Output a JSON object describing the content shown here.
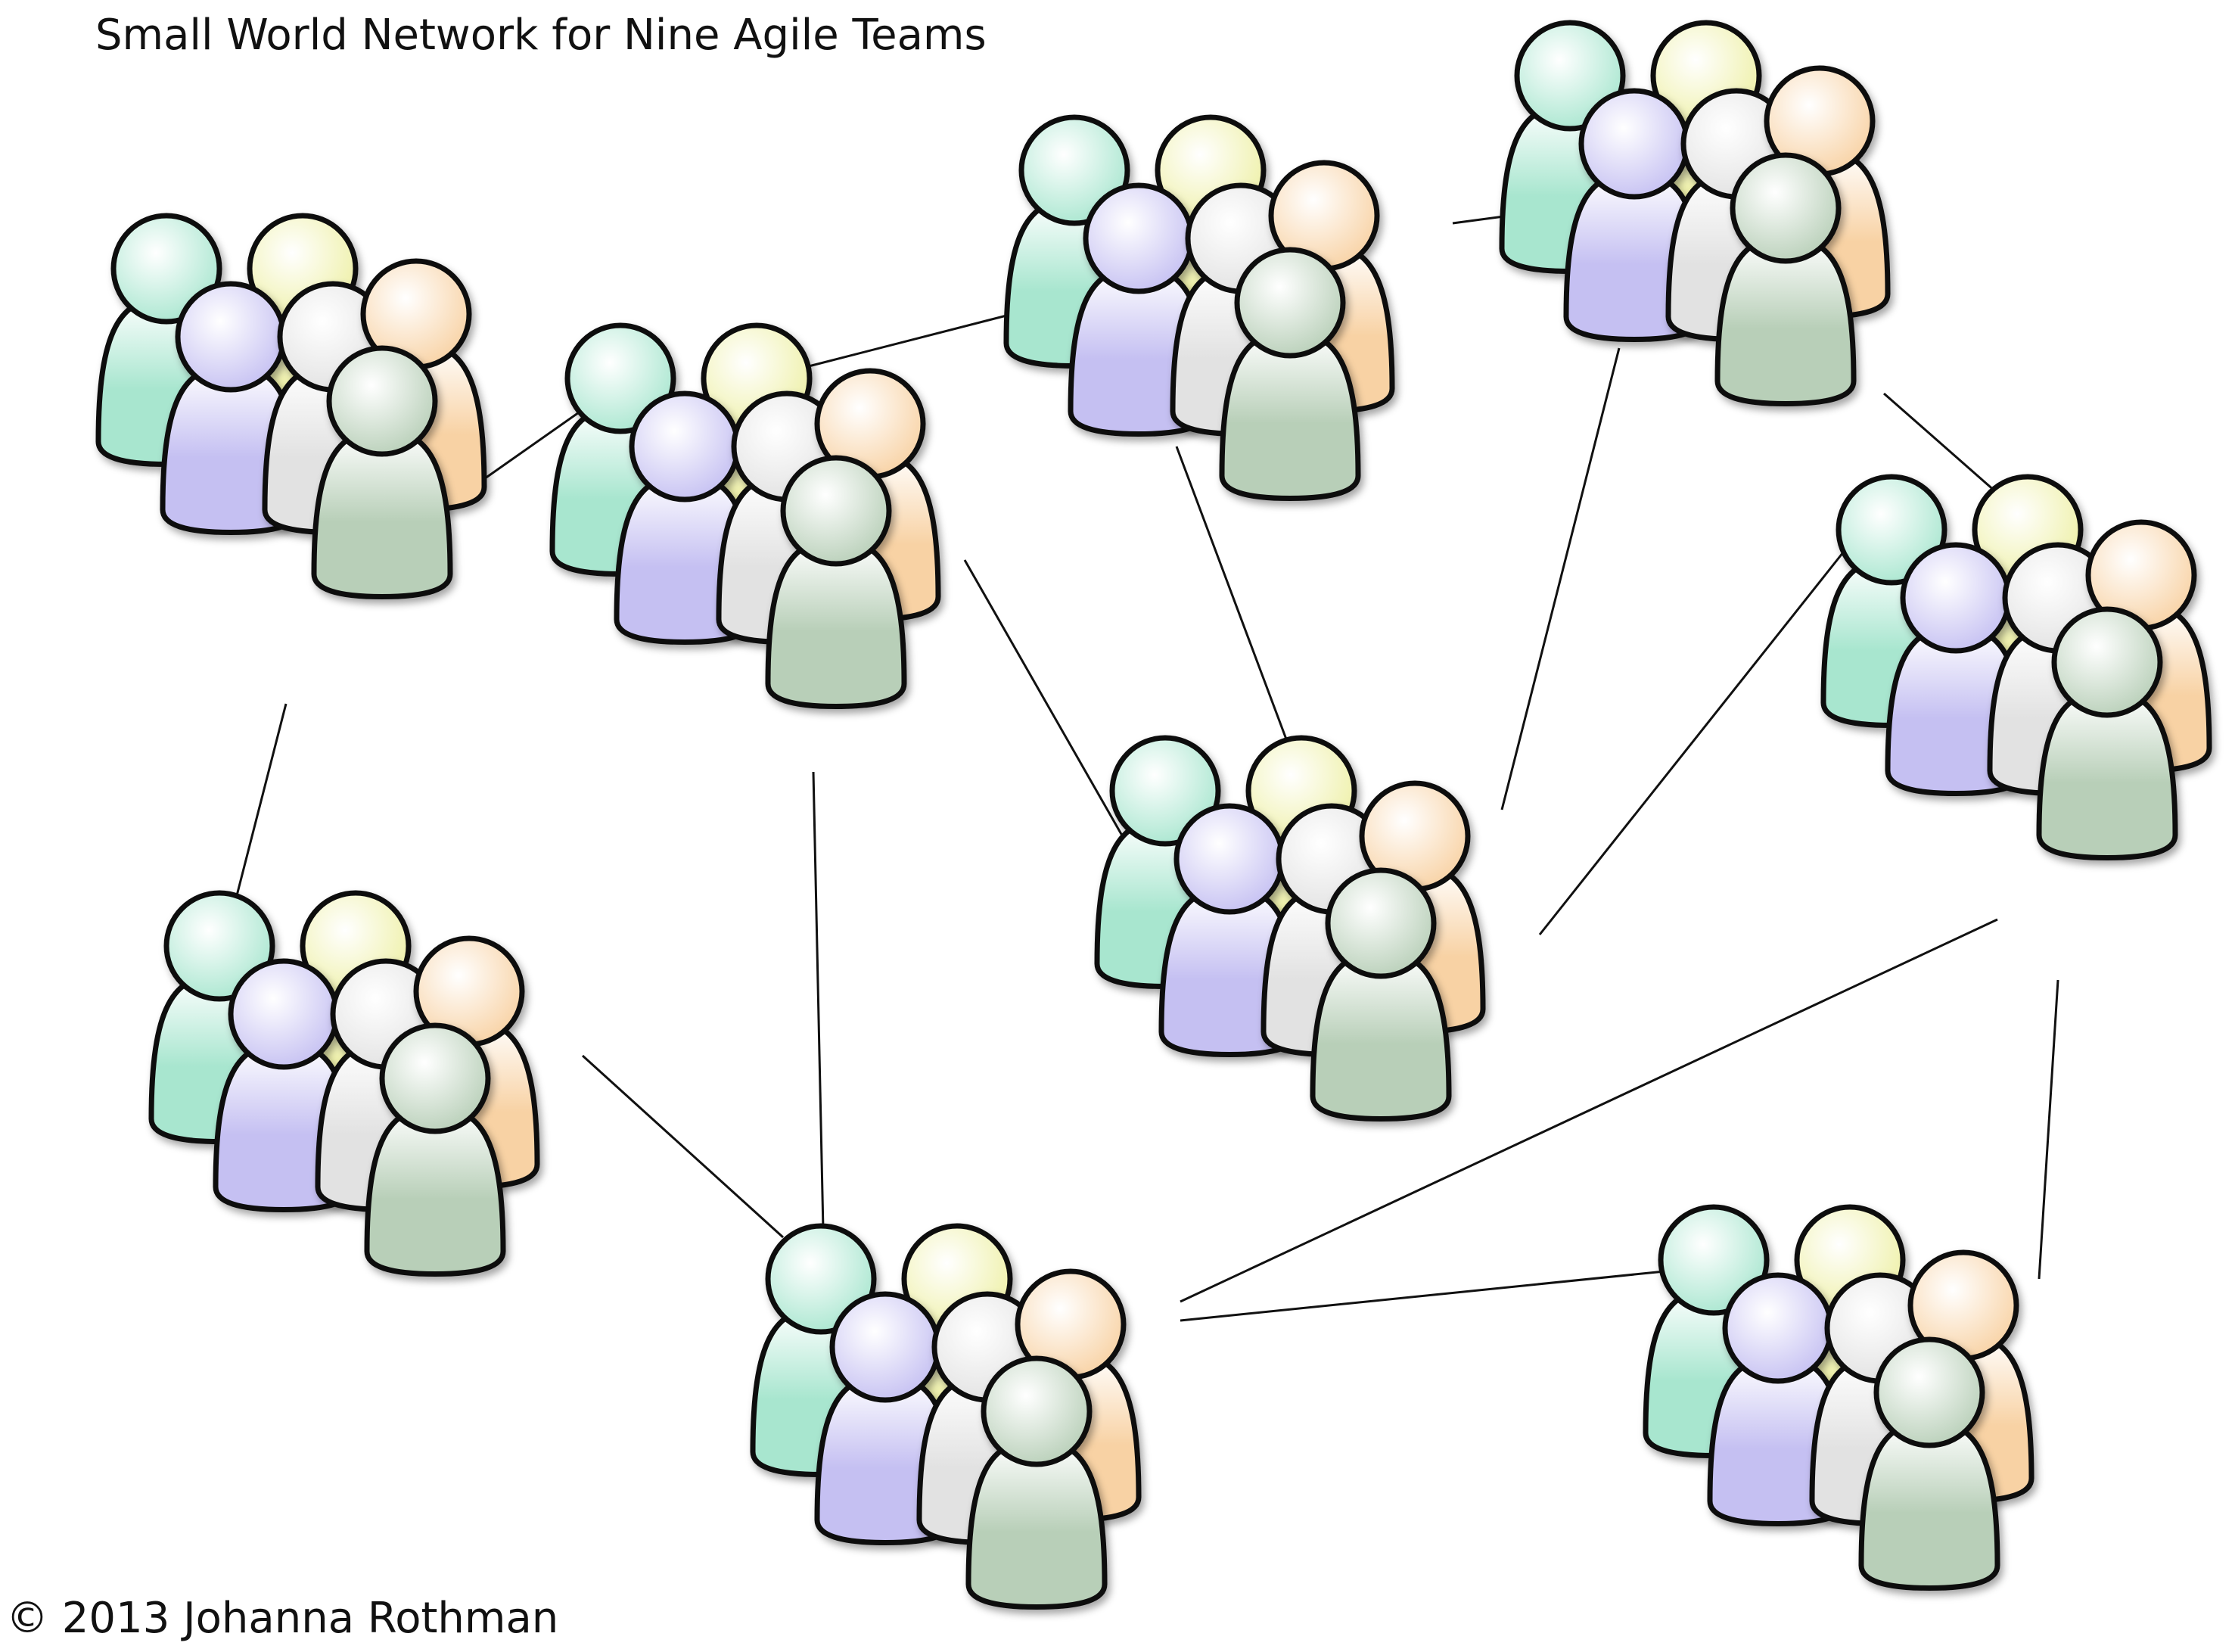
{
  "title": "Small World Network for Nine Agile Teams",
  "copyright": "© 2013 Johanna Rothman",
  "person_icon": "person-icon",
  "colors": {
    "outline": "#111111",
    "edge": "#111111",
    "members": [
      "#a8e6cf",
      "#eef0a6",
      "#c5c0f2",
      "#e7e7e7",
      "#f8d2a4",
      "#b8cfb8"
    ]
  },
  "teams": [
    {
      "id": "team-1"
    },
    {
      "id": "team-2"
    },
    {
      "id": "team-3"
    },
    {
      "id": "team-4"
    },
    {
      "id": "team-5"
    },
    {
      "id": "team-6"
    },
    {
      "id": "team-7"
    },
    {
      "id": "team-8"
    },
    {
      "id": "team-9"
    }
  ],
  "connections": [
    [
      "team-1",
      "team-2"
    ],
    [
      "team-1",
      "team-6"
    ],
    [
      "team-2",
      "team-3"
    ],
    [
      "team-2",
      "team-7"
    ],
    [
      "team-2",
      "team-8"
    ],
    [
      "team-3",
      "team-4"
    ],
    [
      "team-3",
      "team-7"
    ],
    [
      "team-4",
      "team-7"
    ],
    [
      "team-4",
      "team-5"
    ],
    [
      "team-5",
      "team-7"
    ],
    [
      "team-5",
      "team-8"
    ],
    [
      "team-5",
      "team-9"
    ],
    [
      "team-6",
      "team-8"
    ],
    [
      "team-8",
      "team-9"
    ]
  ]
}
